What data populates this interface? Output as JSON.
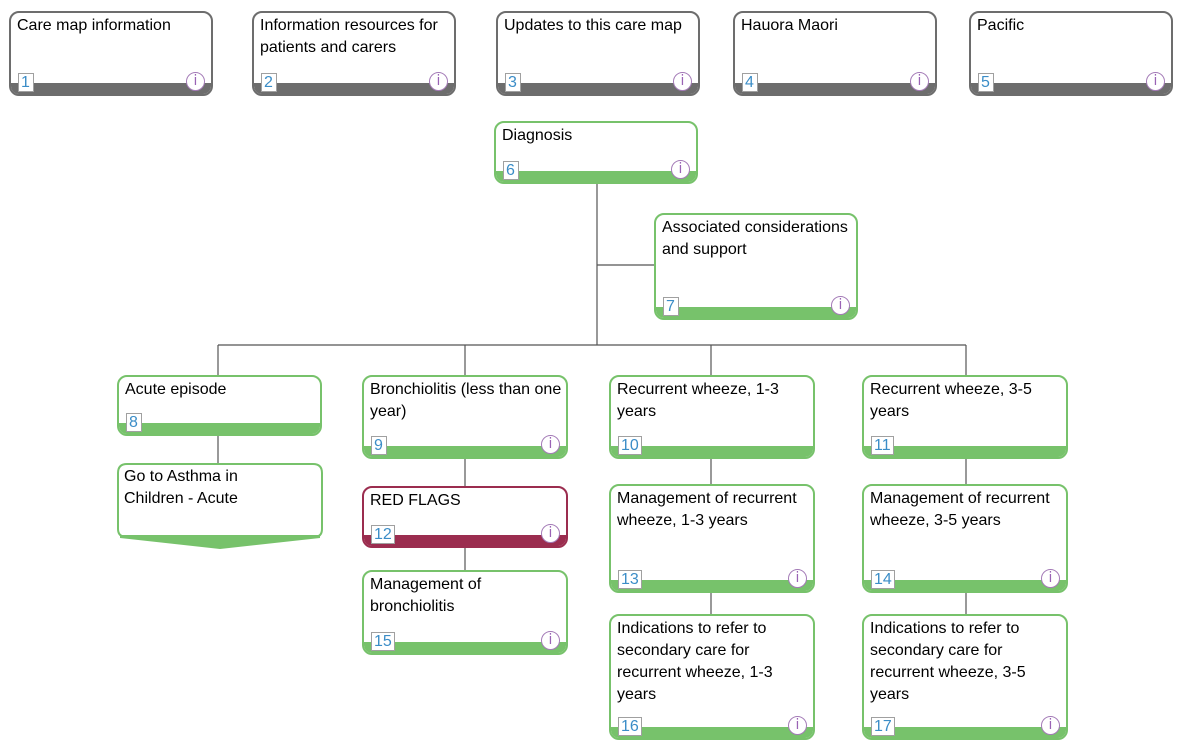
{
  "boxes": [
    {
      "id": "b1",
      "num": "1",
      "title": "Care map information",
      "info": "i"
    },
    {
      "id": "b2",
      "num": "2",
      "title": "Information resources for patients and carers",
      "info": "i"
    },
    {
      "id": "b3",
      "num": "3",
      "title": "Updates to this care map",
      "info": "i"
    },
    {
      "id": "b4",
      "num": "4",
      "title": "Hauora Maori",
      "info": "i"
    },
    {
      "id": "b5",
      "num": "5",
      "title": "Pacific",
      "info": "i"
    },
    {
      "id": "b6",
      "num": "6",
      "title": "Diagnosis",
      "info": "i"
    },
    {
      "id": "b7",
      "num": "7",
      "title": "Associated considerations and support",
      "info": "i"
    },
    {
      "id": "b8",
      "num": "8",
      "title": "Acute episode"
    },
    {
      "id": "b9",
      "num": "9",
      "title": "Bronchiolitis (less than one year)",
      "info": "i"
    },
    {
      "id": "b10",
      "num": "10",
      "title": "Recurrent wheeze, 1-3 years"
    },
    {
      "id": "b11",
      "num": "11",
      "title": "Recurrent wheeze, 3-5 years"
    },
    {
      "id": "b12",
      "num": "12",
      "title": "RED FLAGS",
      "info": "i"
    },
    {
      "id": "b13",
      "num": "13",
      "title": "Management of recurrent wheeze, 1-3 years",
      "info": "i"
    },
    {
      "id": "b14",
      "num": "14",
      "title": "Management of recurrent wheeze, 3-5 years",
      "info": "i"
    },
    {
      "id": "b15",
      "num": "15",
      "title": "Management of bronchiolitis",
      "info": "i"
    },
    {
      "id": "b16",
      "num": "16",
      "title": "Indications to refer to secondary care for recurrent wheeze, 1-3 years",
      "info": "i"
    },
    {
      "id": "b17",
      "num": "17",
      "title": "Indications to refer to secondary care for recurrent wheeze, 3-5 years",
      "info": "i"
    }
  ],
  "link_box": {
    "title": "Go to Asthma in Children - Acute"
  },
  "colors": {
    "grey": "#6d6d6d",
    "green": "#77c26b",
    "red": "#9b2d4f",
    "number": "#3b8dc7",
    "info": "#9a63b5",
    "connector": "#555555"
  }
}
